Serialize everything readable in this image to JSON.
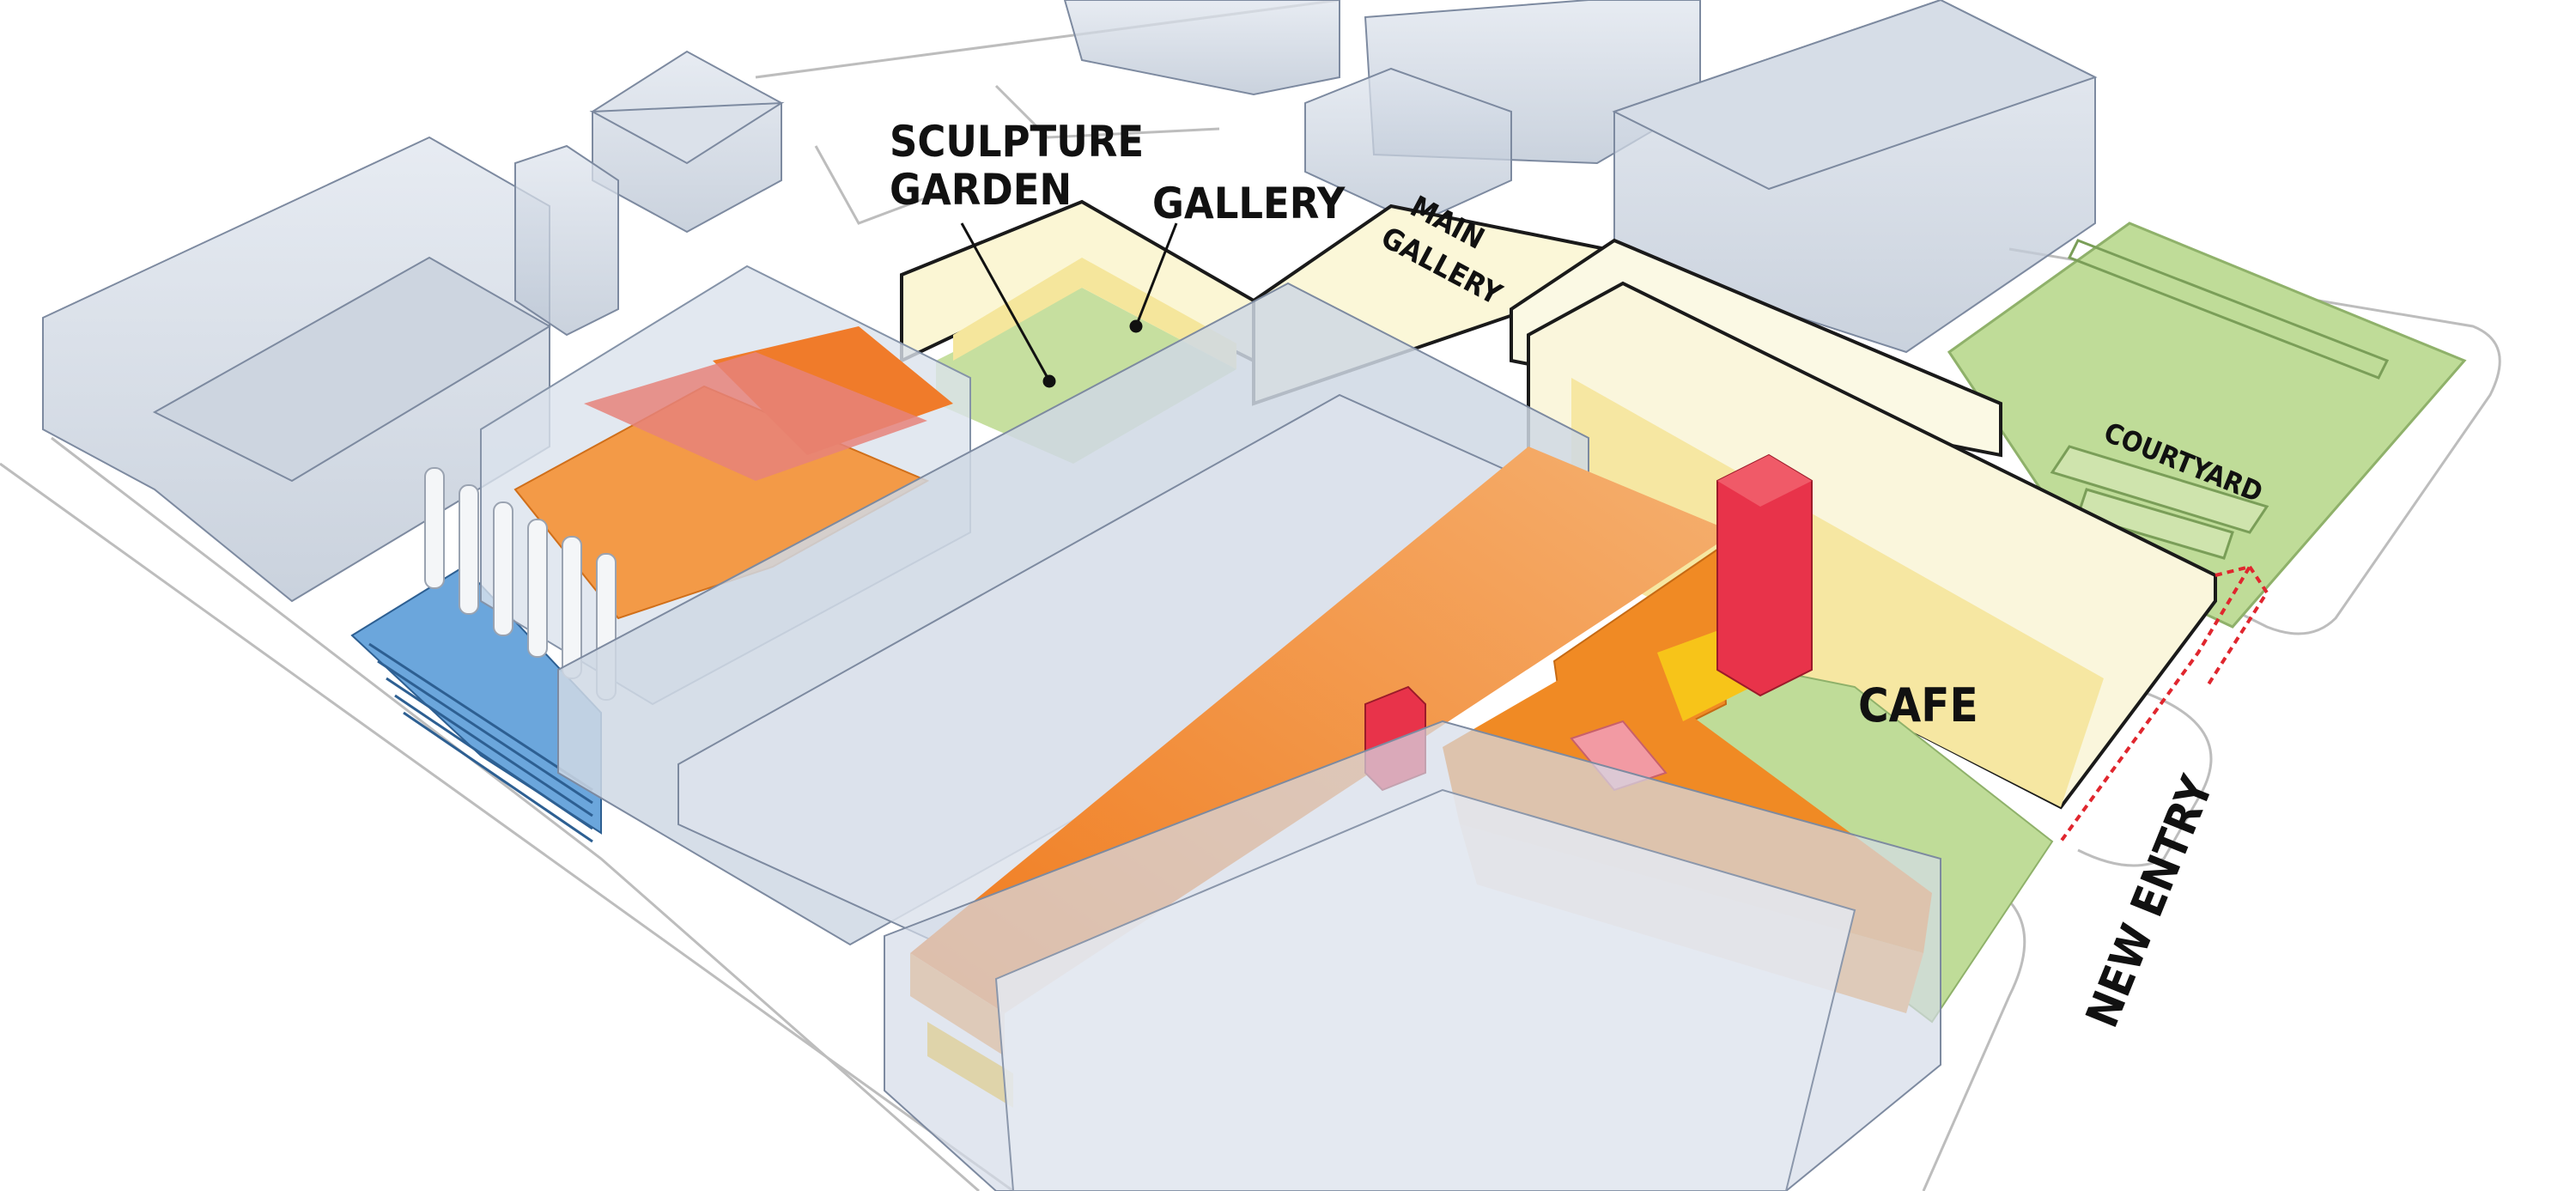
{
  "labels": {
    "sculpture_garden_line1": "SCULPTURE",
    "sculpture_garden_line2": "GARDEN",
    "gallery": "GALLERY",
    "main_gallery_line1": "MAIN",
    "main_gallery_line2": "GALLERY",
    "courtyard": "COURTYARD",
    "cafe": "CAFE",
    "new_entry": "NEW ENTRY"
  },
  "colors": {
    "existing_building": "#c5ceda",
    "circulation_orange": "#f08a24",
    "stair_core_red": "#e8334a",
    "gallery_yellow": "#f7e79c",
    "garden_green": "#bfdc98",
    "steps_blue": "#5b9bd5",
    "new_entry_marker": "#e0262e"
  }
}
